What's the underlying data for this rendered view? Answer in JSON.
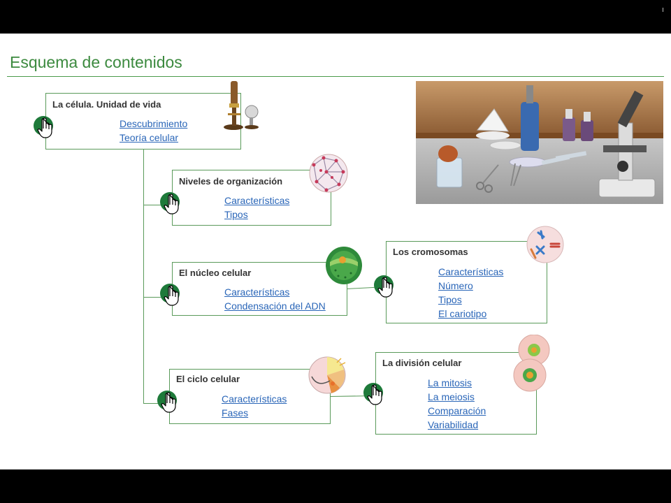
{
  "header": {
    "title": "Esquema de contenidos"
  },
  "colors": {
    "accent": "#3c8a3f",
    "link": "#2a66b8",
    "border": "#5a9a5a",
    "button": "#1e7a3a"
  },
  "icons": {
    "button": "hand-pointer-icon",
    "microscope_antique": "antique-microscope-icon",
    "protein_network": "protein-network-icon",
    "nucleus": "cell-nucleus-icon",
    "chromosomes": "chromosomes-icon",
    "cell_cycle": "cell-cycle-icon",
    "dividing_cells": "dividing-cells-icon",
    "lab_photo": "laboratory-equipment-photo"
  },
  "boxes": [
    {
      "id": "celula",
      "title": "La célula. Unidad de vida",
      "links": [
        "Descubrimiento",
        "Teoría celular"
      ]
    },
    {
      "id": "niveles",
      "title": "Niveles de organización",
      "links": [
        "Características",
        "Tipos "
      ]
    },
    {
      "id": "nucleo",
      "title": "El núcleo celular",
      "links": [
        "Características",
        "Condensación del ADN"
      ]
    },
    {
      "id": "ciclo",
      "title": "El ciclo celular",
      "links": [
        "Características",
        "Fases"
      ]
    },
    {
      "id": "cromosomas",
      "title": "Los cromosomas",
      "links": [
        "Características",
        "Número",
        "Tipos",
        "El cariotipo"
      ]
    },
    {
      "id": "division",
      "title": "La división celular",
      "links": [
        "La mitosis ",
        "La meiosis ",
        "Comparación",
        "Variabilidad"
      ]
    }
  ]
}
